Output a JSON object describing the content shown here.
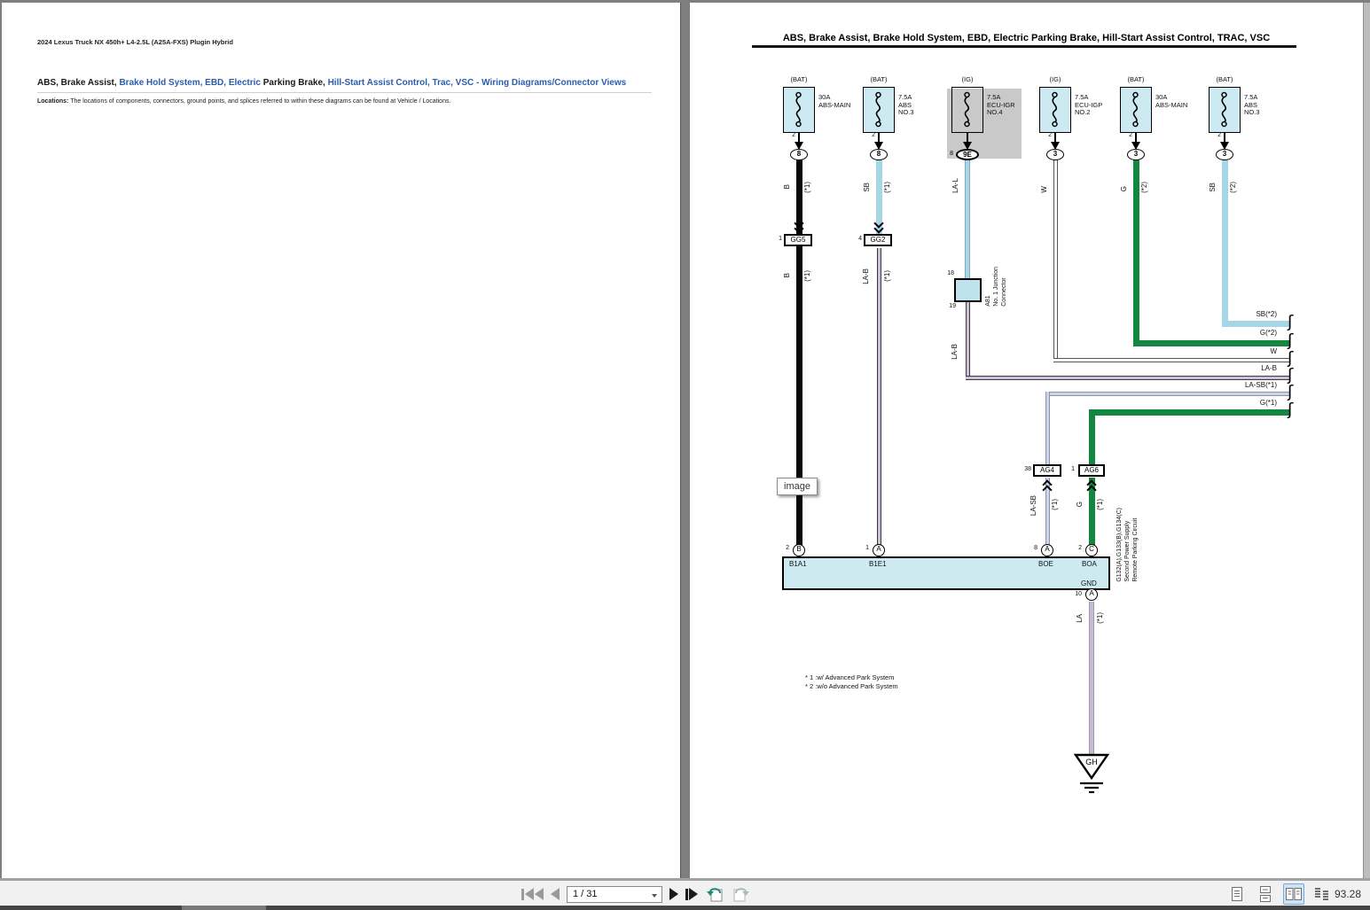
{
  "left_page": {
    "title": "2024 Lexus Truck NX 450h+ L4-2.5L (A25A-FXS) Plugin Hybrid",
    "heading": {
      "seg1": "ABS, Brake Assist, ",
      "seg2": "Brake Hold System, EBD, Electric",
      "seg3": " Parking Brake, ",
      "seg4": "Hill-Start Assist Control, Trac, VSC - Wiring Diagrams/Connector Views"
    },
    "locations_label": "Locations:",
    "locations_text": " The locations of components, connectors, ground points, and splices referred to within these diagrams can be found at Vehicle / Locations."
  },
  "right_page": {
    "header": "ABS, Brake Assist, Brake Hold System, EBD, Electric Parking Brake, Hill-Start Assist Control, TRAC, VSC",
    "fuses": [
      {
        "source": "(BAT)",
        "label": "30A\nABS-MAIN",
        "pin": "2",
        "node": "8"
      },
      {
        "source": "(BAT)",
        "label": "7.5A\nABS\nNO.3",
        "pin": "2",
        "node": "8"
      },
      {
        "source": "(IG)",
        "label": "7.5A\nECU-IGR\nNO.4",
        "node_pin": "8",
        "node": "9E"
      },
      {
        "source": "(IG)",
        "label": "7.5A\nECU-IGP\nNO.2",
        "pin": "2",
        "node": "3"
      },
      {
        "source": "(BAT)",
        "label": "30A\nABS-MAIN",
        "pin": "2",
        "node": "3"
      },
      {
        "source": "(BAT)",
        "label": "7.5A\nABS\nNO.3",
        "pin": "2",
        "node": "3"
      }
    ],
    "wire_labels": {
      "b_top": "B",
      "b_top_note": "(*1)",
      "b_bottom": "B",
      "b_bottom_note": "(*1)",
      "sb_top": "SB",
      "sb_top_note": "(*1)",
      "lab_bottom": "LA-B",
      "lab_bottom_note": "(*1)",
      "lal": "LA-L",
      "lab_vert": "LA-B",
      "w": "W",
      "g_top": "G",
      "g_top_note": "(*2)",
      "sb2_top": "SB",
      "sb2_top_note": "(*2)",
      "lasb": "LA-SB",
      "lasb_note": "(*1)",
      "g1": "G",
      "g1_note": "(*1)",
      "la": "LA",
      "la_note": "(*1)"
    },
    "h_labels": [
      "SB(*2)",
      "G(*2)",
      "W",
      "LA-B",
      "LA-SB(*1)",
      "G(*1)"
    ],
    "connectors": {
      "gg5": {
        "pin": "1",
        "name": "GG5"
      },
      "gg2": {
        "pin": "4",
        "name": "GG2"
      },
      "ag4": {
        "pin": "38",
        "name": "AG4"
      },
      "ag6": {
        "pin": "1",
        "name": "AG6"
      },
      "a81": {
        "pin_top": "18",
        "pin_bottom": "19",
        "desc": "A81\nNo. 1 Junction\nConnector"
      }
    },
    "component": {
      "pins": [
        {
          "pin": "2",
          "circle": "B",
          "label": "B1A1"
        },
        {
          "pin": "1",
          "circle": "A",
          "label": "B1E1"
        },
        {
          "pin": "8",
          "circle": "A",
          "label": "BOE"
        },
        {
          "pin": "2",
          "circle": "C",
          "label": "BOA"
        }
      ],
      "gnd": "GND",
      "gnd_pin": "10",
      "gnd_circle": "A",
      "side_text": "G132(A),G133(B),G134(C)\nSecond Power Supply\nRemote Parking Circuit"
    },
    "ground": "GH",
    "tooltip": "image",
    "footnotes": [
      "* 1 :w/ Advanced Park System",
      "* 2 :w/o Advanced Park System"
    ]
  },
  "toolbar": {
    "page_indicator": "1 / 31",
    "zoom_value": "93.28",
    "icons": [
      "first-page",
      "previous-page",
      "next-page",
      "last-page",
      "previous-view",
      "next-view",
      "single-page",
      "continuous",
      "two-page",
      "two-page-continuous"
    ]
  },
  "colors": {
    "link": "#2a5db0",
    "wire_black": "#0a0a0a",
    "wire_sb": "#a4d6e6",
    "wire_la_b": "#cbc0d6",
    "wire_green": "#13873f",
    "wire_la_sb": "#ccd6e8",
    "wire_la": "#c7bbd1",
    "fuse_fill": "#cdeaf2",
    "component_fill": "#cdeaf1",
    "shade_gray": "#c9c9c9",
    "selected_layout_bg": "#cfe3f7"
  }
}
